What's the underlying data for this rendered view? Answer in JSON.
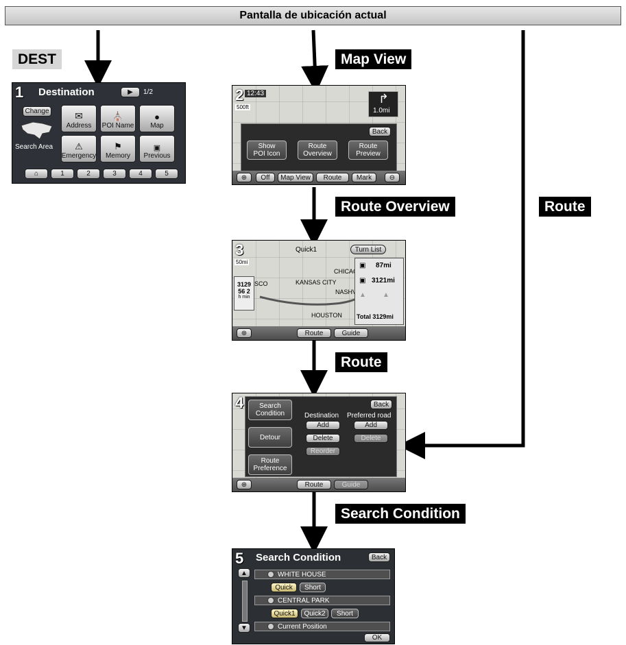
{
  "banner": "Pantalla de ubicación actual",
  "labels": {
    "dest": "DEST",
    "map_view": "Map View",
    "route_overview": "Route Overview",
    "route_right": "Route",
    "route_mid": "Route",
    "search_condition": "Search Condition"
  },
  "s1": {
    "num": "1",
    "title": "Destination",
    "page": "1/2",
    "change": "Change",
    "search_area": "Search Area",
    "tiles": [
      "Address",
      "POI Name",
      "Map",
      "Emergency",
      "Memory",
      "Previous"
    ],
    "memory_keys": [
      "1",
      "2",
      "3",
      "4",
      "5"
    ]
  },
  "s2": {
    "num": "2",
    "clock": "12:43",
    "scale": "500ft",
    "dist": "1.0mi",
    "back": "Back",
    "opt1": "Show\nPOI Icon",
    "opt2": "Route\nOverview",
    "opt3": "Route\nPreview",
    "bar": [
      "Off",
      "Map View",
      "Route",
      "Mark"
    ]
  },
  "s3": {
    "num": "3",
    "route_name": "Quick1",
    "turn_list": "Turn List",
    "scale": "50mi",
    "miles1": "87mi",
    "miles2": "3121mi",
    "total": "Total 3129mi",
    "side_dist": "3129",
    "side_time": "56  2",
    "side_unit": "h  min",
    "cities": [
      "CHICAGO",
      "KANSAS CITY",
      "NASHVILLE",
      "HOUSTON",
      "SCO"
    ],
    "btn_route": "Route",
    "btn_guide": "Guide"
  },
  "s4": {
    "num": "4",
    "search_condition": "Search\nCondition",
    "detour": "Detour",
    "route_pref": "Route\nPreference",
    "back": "Back",
    "col_dest": "Destination",
    "col_pref": "Preferred road",
    "add": "Add",
    "delete": "Delete",
    "reorder": "Reorder",
    "btn_route": "Route",
    "btn_guide": "Guide"
  },
  "s5": {
    "num": "5",
    "title": "Search Condition",
    "back": "Back",
    "wp1": "WHITE HOUSE",
    "wp2": "CENTRAL PARK",
    "wp3": "Current Position",
    "quick": "Quick",
    "short": "Short",
    "quick1": "Quick1",
    "quick2": "Quick2",
    "short2": "Short",
    "ok": "OK"
  },
  "colors": {
    "tag_bg": "#000000",
    "screen_bg": "#2e3238",
    "banner_bg": "#d4d4d4"
  }
}
